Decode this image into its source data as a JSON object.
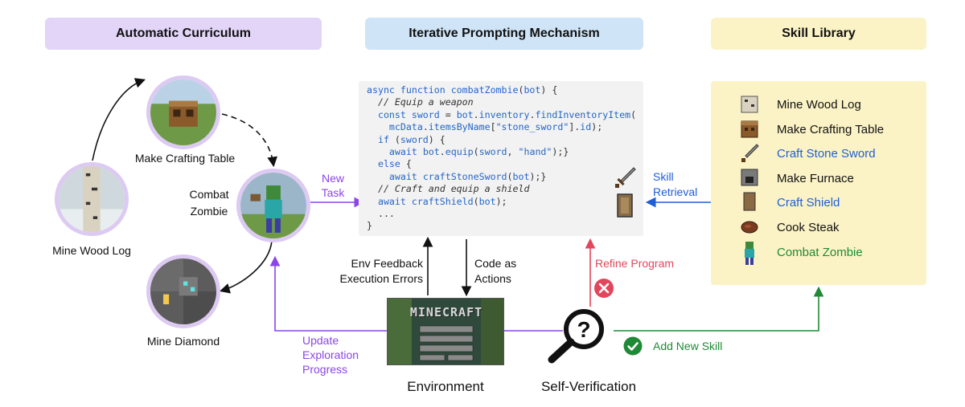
{
  "headers": {
    "curriculum": "Automatic Curriculum",
    "prompting": "Iterative Prompting Mechanism",
    "library": "Skill Library"
  },
  "curriculum_nodes": {
    "crafting_table": "Make Crafting Table",
    "combat_zombie_1": "Combat",
    "combat_zombie_2": "Zombie",
    "wood_log": "Mine Wood Log",
    "diamond": "Mine Diamond"
  },
  "new_task": [
    "New",
    "Task"
  ],
  "code_lines": [
    [
      [
        "kw",
        "async function "
      ],
      [
        "fn",
        "combatZombie"
      ],
      [
        "",
        "("
      ],
      [
        "kw",
        "bot"
      ],
      [
        "",
        ") {"
      ]
    ],
    [
      [
        "cm",
        "  // Equip a weapon"
      ]
    ],
    [
      [
        "kw",
        "  const "
      ],
      [
        "kw",
        "sword"
      ],
      [
        "",
        " = "
      ],
      [
        "kw",
        "bot"
      ],
      [
        "",
        "."
      ],
      [
        "kw",
        "inventory"
      ],
      [
        "",
        "."
      ],
      [
        "fn",
        "findInventoryItem"
      ],
      [
        "",
        "("
      ]
    ],
    [
      [
        "kw",
        "    mcData"
      ],
      [
        "",
        "."
      ],
      [
        "fn",
        "itemsByName"
      ],
      [
        "",
        "["
      ],
      [
        "str",
        "\"stone_sword\""
      ],
      [
        "",
        "]."
      ],
      [
        "kw",
        "id"
      ],
      [
        "",
        ");"
      ]
    ],
    [
      [
        "kw",
        "  if "
      ],
      [
        "",
        "("
      ],
      [
        "kw",
        "sword"
      ],
      [
        "",
        ") {"
      ]
    ],
    [
      [
        "kw",
        "    await "
      ],
      [
        "kw",
        "bot"
      ],
      [
        "",
        "."
      ],
      [
        "fn",
        "equip"
      ],
      [
        "",
        "("
      ],
      [
        "kw",
        "sword"
      ],
      [
        "",
        ", "
      ],
      [
        "str",
        "\"hand\""
      ],
      [
        "",
        ");}"
      ]
    ],
    [
      [
        "kw",
        "  else "
      ],
      [
        "",
        "{"
      ]
    ],
    [
      [
        "kw",
        "    await "
      ],
      [
        "fn",
        "craftStoneSword"
      ],
      [
        "",
        "("
      ],
      [
        "kw",
        "bot"
      ],
      [
        "",
        ");}"
      ]
    ],
    [
      [
        "cm",
        "  // Craft and equip a shield"
      ]
    ],
    [
      [
        "kw",
        "  await "
      ],
      [
        "fn",
        "craftShield"
      ],
      [
        "",
        "("
      ],
      [
        "kw",
        "bot"
      ],
      [
        "",
        ");"
      ]
    ],
    [
      [
        "",
        "  ..."
      ]
    ],
    [
      [
        "",
        "}"
      ]
    ]
  ],
  "skill_retrieval": [
    "Skill",
    "Retrieval"
  ],
  "skills": [
    {
      "label": "Mine Wood  Log",
      "color": "#111111",
      "icon": "wood-log-icon"
    },
    {
      "label": "Make Crafting Table",
      "color": "#111111",
      "icon": "crafting-table-icon"
    },
    {
      "label": "Craft Stone Sword",
      "color": "#1f5fd6",
      "icon": "stone-sword-icon"
    },
    {
      "label": "Make Furnace",
      "color": "#111111",
      "icon": "furnace-icon"
    },
    {
      "label": "Craft Shield",
      "color": "#1f5fd6",
      "icon": "shield-icon"
    },
    {
      "label": "Cook Steak",
      "color": "#111111",
      "icon": "steak-icon"
    },
    {
      "label": "Combat Zombie",
      "color": "#1f8a35",
      "icon": "zombie-icon"
    }
  ],
  "env_feedback": [
    "Env Feedback",
    "Execution Errors"
  ],
  "code_as_actions": [
    "Code as",
    "Actions"
  ],
  "refine_program": "Refine Program",
  "update_progress": [
    "Update",
    "Exploration",
    "Progress"
  ],
  "add_new_skill": "Add New Skill",
  "environment": "Environment",
  "self_verification": "Self-Verification",
  "minecraft_logo": "MINECRAFT",
  "colors": {
    "purple": "#8b45e8",
    "blue": "#1f5fd6",
    "green": "#1f8a35",
    "red": "#e2465c",
    "header_purple": "#e2d5f7",
    "header_blue": "#cfe4f7",
    "header_yellow": "#fbf3c6"
  }
}
